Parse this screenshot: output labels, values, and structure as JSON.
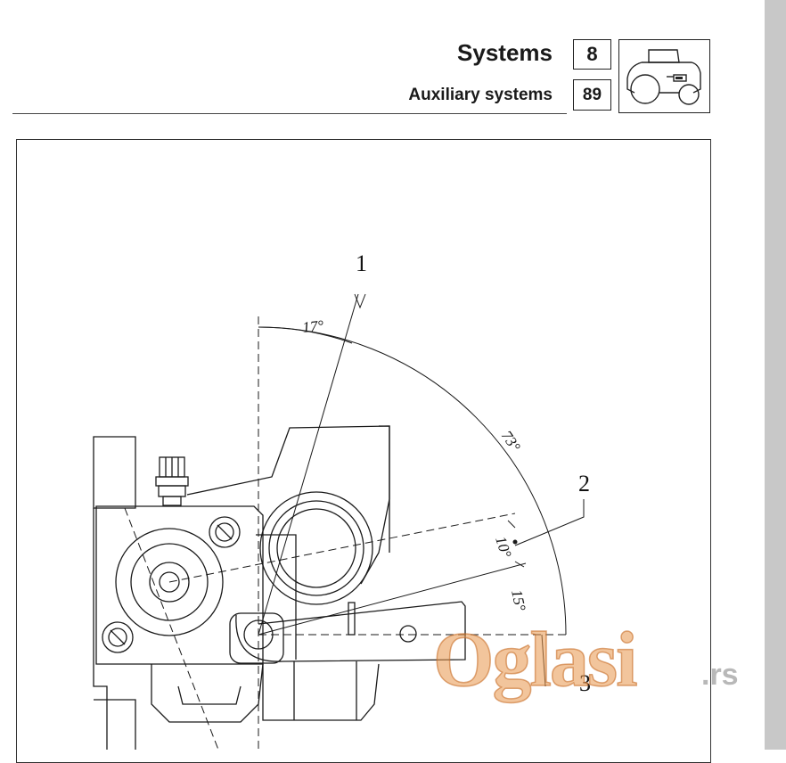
{
  "header": {
    "title": "Systems",
    "subtitle": "Auxiliary systems",
    "section_number": "8",
    "page_number": "89",
    "section_icon": "tractor-icon"
  },
  "figure": {
    "callouts": [
      "1",
      "2",
      "3"
    ],
    "angles": [
      "17°",
      "73°",
      "10°",
      "15°"
    ]
  },
  "watermark": {
    "text": "Oglasi",
    "tld": ".rs"
  }
}
